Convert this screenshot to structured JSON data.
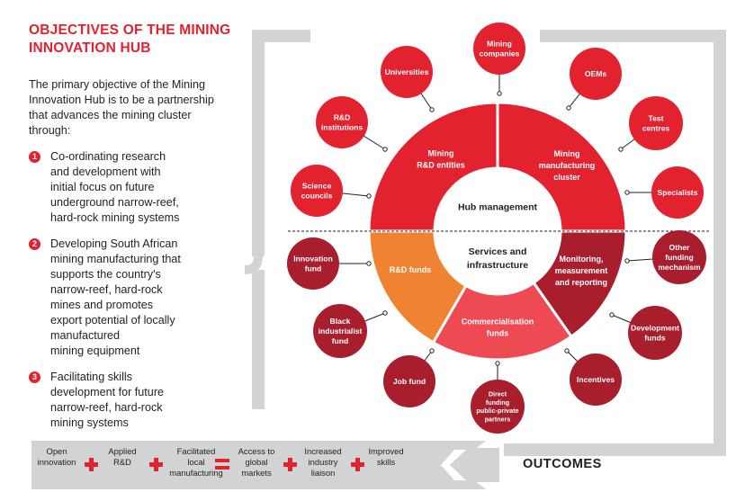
{
  "title": "OBJECTIVES OF THE MINING\nINNOVATION HUB",
  "intro": "The primary objective of the Mining Innovation Hub is to be a partnership that advances the mining cluster through:",
  "objectives": [
    {
      "num": "1",
      "text": "Co-ordinating research\nand development with\ninitial focus on future\nunderground narrow-reef,\nhard-rock mining systems"
    },
    {
      "num": "2",
      "text": "Developing South African\nmining manufacturing that\nsupports the country's\nnarrow-reef, hard-rock\nmines and promotes\nexport potential of locally\nmanufactured\nmining equipment"
    },
    {
      "num": "3",
      "text": "Facilitating skills\ndevelopment for future\nnarrow-reef, hard-rock\nmining systems"
    }
  ],
  "diagram": {
    "center_top": "Hub management",
    "center_bottom": [
      "Services and",
      "infrastructure"
    ],
    "segments": {
      "rd_entities": [
        "Mining",
        "R&D entities"
      ],
      "manufacturing": [
        "Mining",
        "manufacturing",
        "cluster"
      ],
      "rd_funds": [
        "R&D funds"
      ],
      "commercialisation": [
        "Commercialisation",
        "funds"
      ],
      "monitoring": [
        "Monitoring,",
        "measurement",
        "and reporting"
      ]
    },
    "top_nodes": [
      {
        "label": [
          "Mining",
          "companies"
        ]
      },
      {
        "label": [
          "Universities"
        ]
      },
      {
        "label": [
          "OEMs"
        ]
      },
      {
        "label": [
          "R&D",
          "institutions"
        ]
      },
      {
        "label": [
          "Test",
          "centres"
        ]
      },
      {
        "label": [
          "Science",
          "councils"
        ]
      },
      {
        "label": [
          "Specialists"
        ]
      }
    ],
    "bottom_nodes": [
      {
        "label": [
          "Innovation",
          "fund"
        ]
      },
      {
        "label": [
          "Other",
          "funding",
          "mechanism"
        ]
      },
      {
        "label": [
          "Black",
          "industrialist",
          "fund"
        ]
      },
      {
        "label": [
          "Development",
          "funds"
        ]
      },
      {
        "label": [
          "Job fund"
        ]
      },
      {
        "label": [
          "Incentives"
        ]
      },
      {
        "label": [
          "Direct",
          "funding",
          "public-private",
          "partners"
        ]
      }
    ]
  },
  "outcomes": {
    "label": "OUTCOMES",
    "items": [
      "Open\ninnovation",
      "Applied\nR&D",
      "Facilitated\nlocal\nmanufacturing",
      "Access to\nglobal\nmarkets",
      "Increased\nindustry\nliaison",
      "Improved\nskills"
    ],
    "operators": [
      "+",
      "+",
      "=",
      "+",
      "+"
    ]
  },
  "colors": {
    "accent_red": "#e3222f",
    "dark_red": "#a91e2c",
    "orange": "#ef8331",
    "pink_red": "#ee4a53",
    "grey": "#d1d3d4"
  }
}
